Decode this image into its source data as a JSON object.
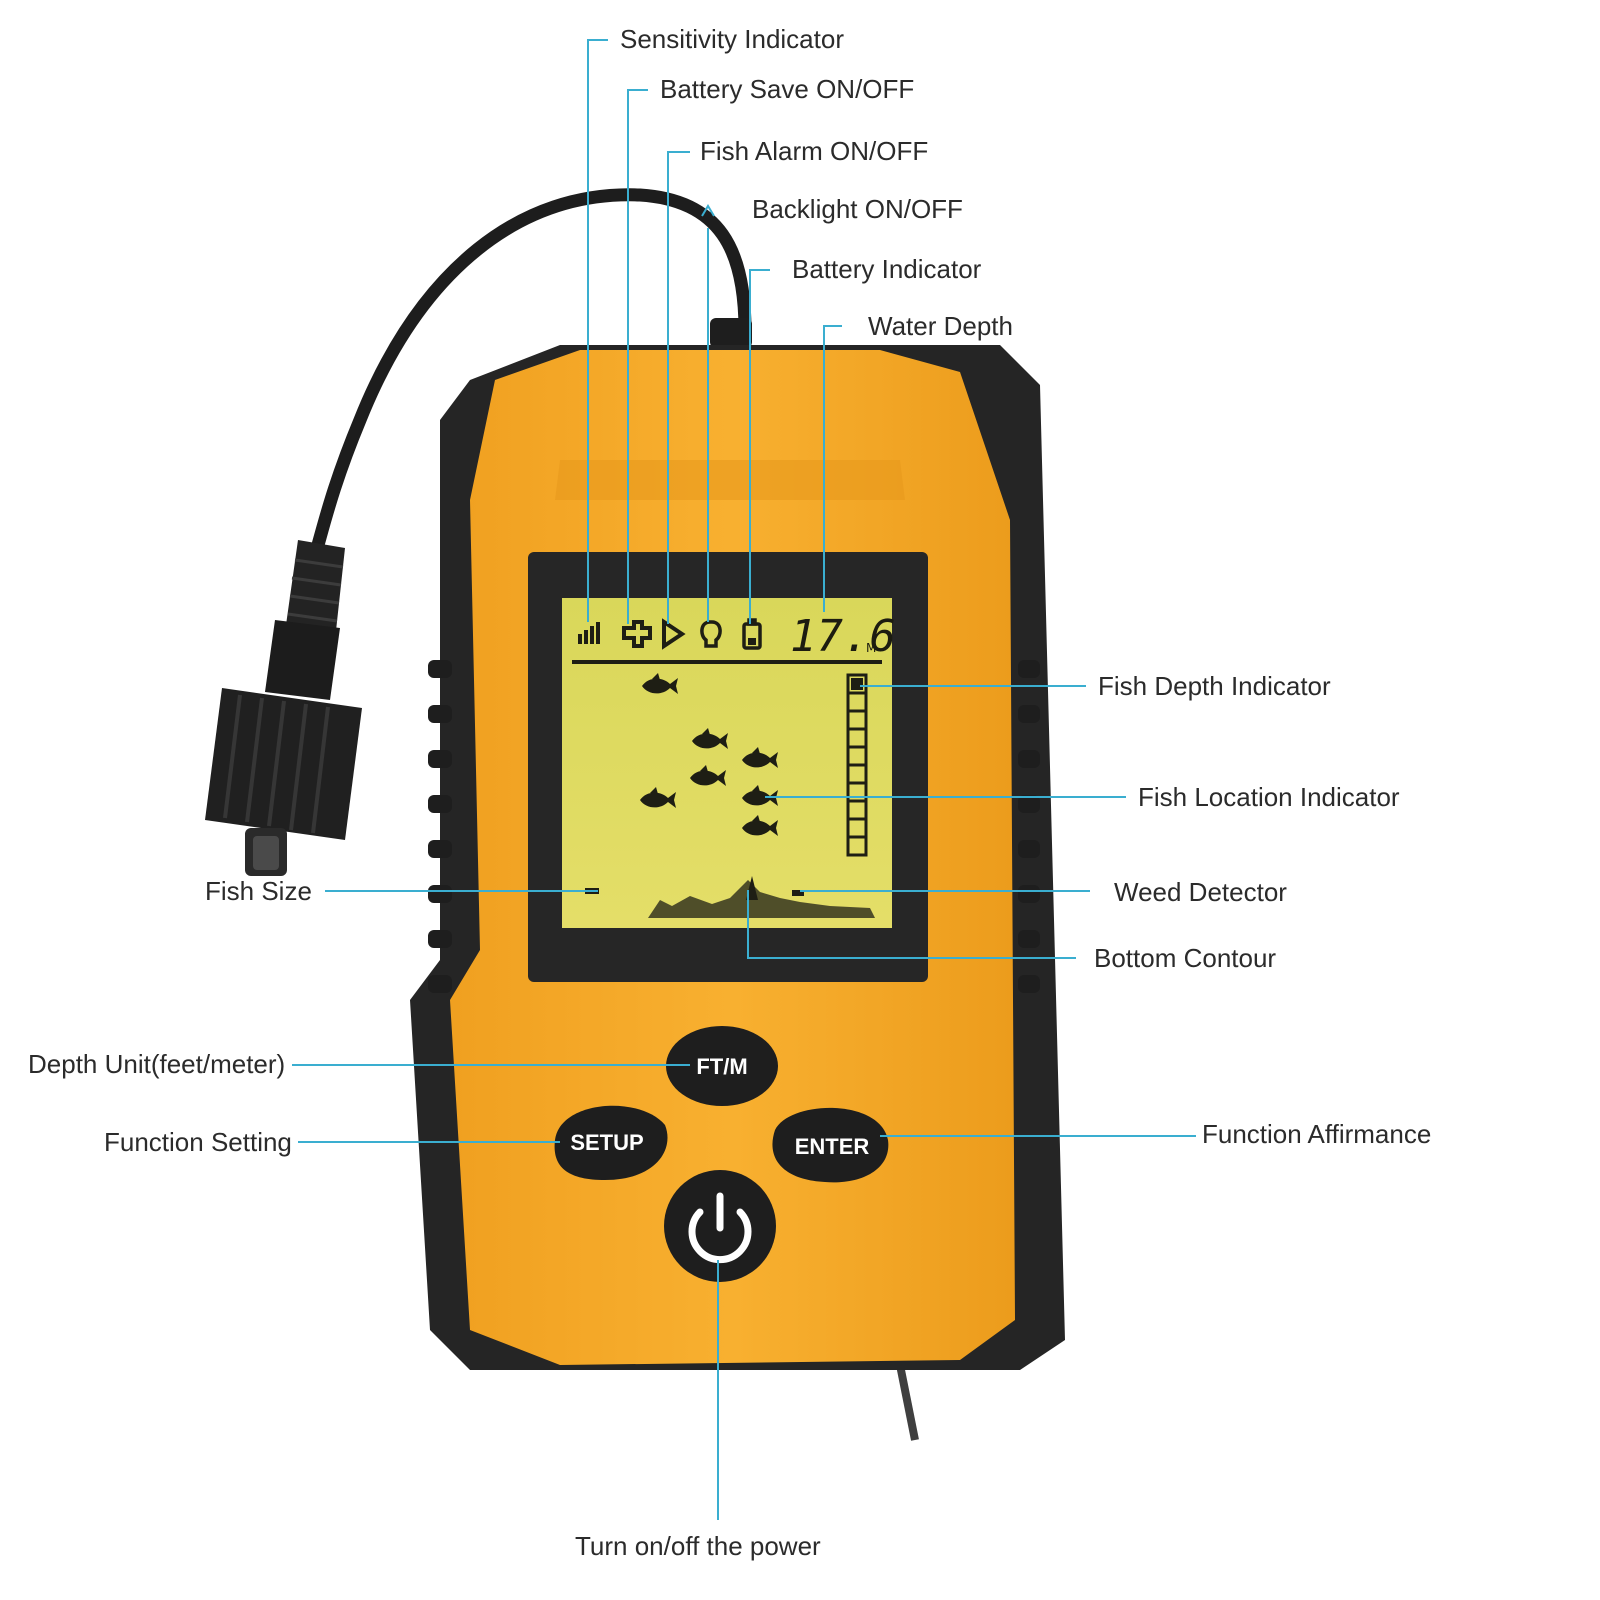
{
  "callouts": {
    "sensitivity_indicator": "Sensitivity Indicator",
    "battery_save": "Battery Save ON/OFF",
    "fish_alarm": "Fish Alarm ON/OFF",
    "backlight": "Backlight ON/OFF",
    "battery_indicator": "Battery Indicator",
    "water_depth": "Water Depth",
    "fish_depth_indicator": "Fish Depth Indicator",
    "fish_location_indicator": "Fish Location Indicator",
    "fish_size": "Fish Size",
    "weed_detector": "Weed Detector",
    "bottom_contour": "Bottom Contour",
    "depth_unit": "Depth Unit(feet/meter)",
    "function_setting": "Function Setting",
    "function_affirmance": "Function Affirmance",
    "power": "Turn on/off the power"
  },
  "buttons": {
    "ftm": "FT/M",
    "setup": "SETUP",
    "enter": "ENTER",
    "power_icon": "power-icon"
  },
  "lcd": {
    "depth_value": "17.6",
    "depth_unit": "M",
    "status_icons": [
      "sensitivity-icon",
      "battery-save-icon",
      "fish-alarm-icon",
      "backlight-icon",
      "battery-icon"
    ],
    "fish_depth_segments": 10,
    "fish_count": 7
  },
  "colors": {
    "housing": "#f6a92b",
    "housing_dark": "#2a2a2a",
    "lcd": "#e0dc5e",
    "leader": "#3aaed0"
  }
}
